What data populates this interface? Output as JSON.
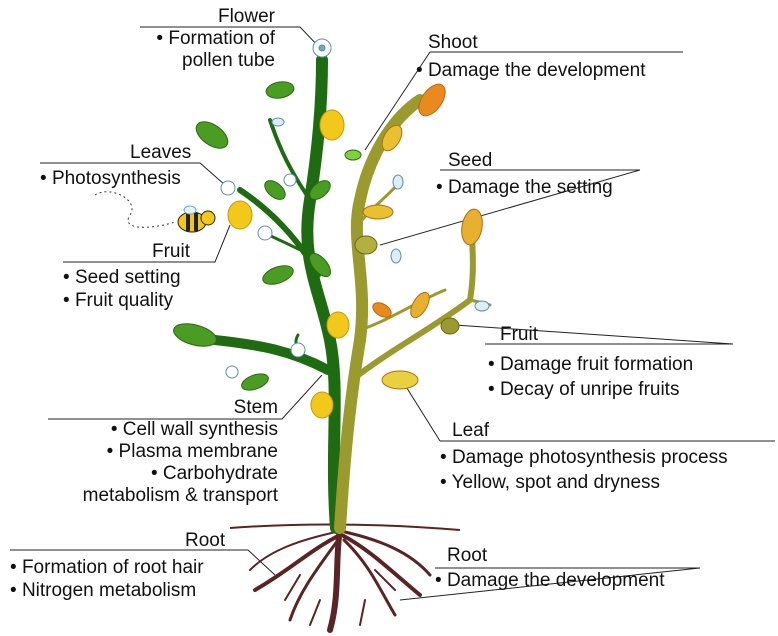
{
  "left": {
    "flower": {
      "title": "Flower",
      "items": [
        "Formation of",
        "pollen tube"
      ]
    },
    "leaves": {
      "title": "Leaves",
      "items": [
        "Photosynthesis"
      ]
    },
    "fruit": {
      "title": "Fruit",
      "items": [
        "Seed setting",
        "Fruit quality"
      ]
    },
    "stem": {
      "title": "Stem",
      "items": [
        "Cell wall synthesis",
        "Plasma membrane",
        "Carbohydrate",
        "metabolism & transport"
      ]
    },
    "root": {
      "title": "Root",
      "items": [
        "Formation of root hair",
        "Nitrogen metabolism"
      ]
    }
  },
  "right": {
    "shoot": {
      "title": "Shoot",
      "items": [
        "Damage the development"
      ]
    },
    "seed": {
      "title": "Seed",
      "items": [
        "Damage the setting"
      ]
    },
    "fruit": {
      "title": "Fruit",
      "items": [
        "Damage fruit formation",
        "Decay of unripe fruits"
      ]
    },
    "leaf": {
      "title": "Leaf",
      "items": [
        "Damage photosynthesis process",
        "Yellow, spot and dryness"
      ]
    },
    "root": {
      "title": "Root",
      "items": [
        "Damage the development"
      ]
    }
  },
  "colors": {
    "healthy_stem": "#1f6b12",
    "damaged_stem": "#9a9a2e",
    "root": "#5a2424",
    "leaf_green": "#4a9c22",
    "leaf_yellow": "#e8c030",
    "leaf_orange": "#e88a20",
    "lemon": "#f2c81a"
  }
}
